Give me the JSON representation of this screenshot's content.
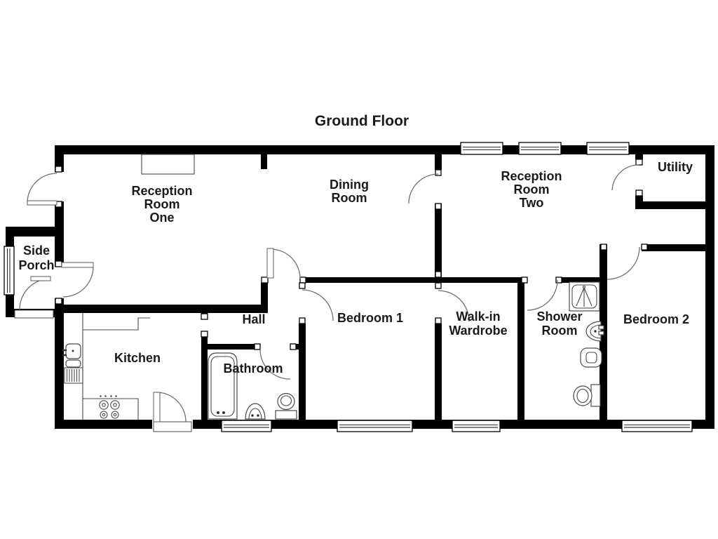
{
  "title": "Ground Floor",
  "labels": {
    "reception_one": [
      "Reception",
      "Room",
      "One"
    ],
    "dining": [
      "Dining",
      "Room"
    ],
    "reception_two": [
      "Reception",
      "Room",
      "Two"
    ],
    "utility": "Utility",
    "side_porch": [
      "Side",
      "Porch"
    ],
    "hall": "Hall",
    "kitchen": "Kitchen",
    "bathroom": "Bathroom",
    "bedroom_1": "Bedroom 1",
    "walk_in_wardrobe": [
      "Walk-in",
      "Wardrobe"
    ],
    "shower_room": [
      "Shower",
      "Room"
    ],
    "bedroom_2": "Bedroom 2"
  },
  "colors": {
    "wall": "#000000",
    "background": "#ffffff",
    "text": "#1a1a1a",
    "fixture_line": "#4a4a4a",
    "door_arc": "#707070"
  }
}
